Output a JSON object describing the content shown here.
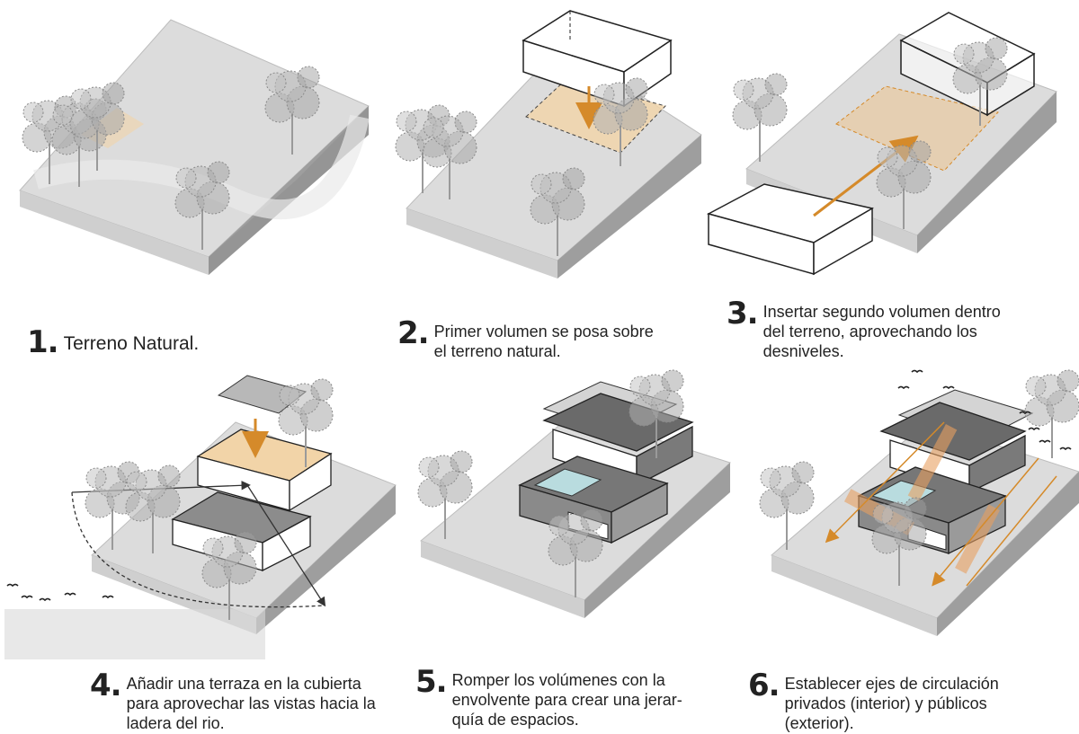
{
  "steps": [
    {
      "number": "1",
      "text": "Terreno Natural."
    },
    {
      "number": "2",
      "text": "Primer volumen se posa sobre\nel terreno natural."
    },
    {
      "number": "3",
      "text": "Insertar segundo volumen dentro\ndel terreno, aprovechando los\ndesniveles."
    },
    {
      "number": "4",
      "text": "Añadir una terraza en la cubierta\npara aprovechar las vistas hacia la\nladera del rio."
    },
    {
      "number": "5",
      "text": "Romper los volúmenes con la\nenvolvente para crear una jerar-\nquía de espacios."
    },
    {
      "number": "6",
      "text": "Establecer ejes de circulación\nprivados (interior) y públicos\n(exterior)."
    }
  ],
  "colors": {
    "terrain_top": "#d9d9d9",
    "terrain_side": "#b3b3b3",
    "terrain_front": "#c6c6c6",
    "accent": "#d58a2a",
    "accent_fill": "#f2d4a8",
    "tree": "#8d8d8d",
    "pool": "#b9dcdf"
  },
  "icons": [
    "tree-icon",
    "bird-icon",
    "arrow-down-icon",
    "arrow-diagonal-icon"
  ]
}
